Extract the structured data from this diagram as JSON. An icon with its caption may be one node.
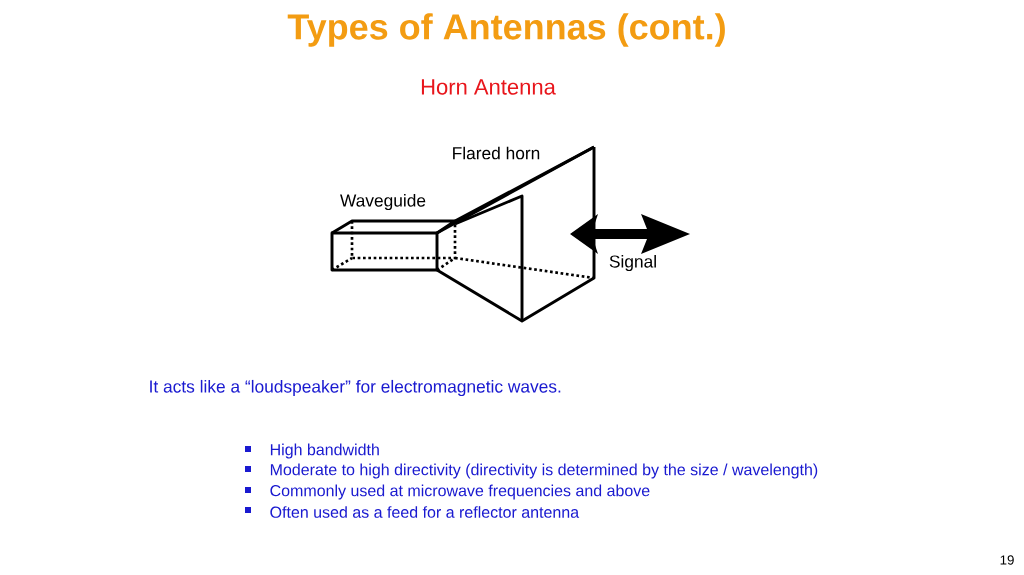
{
  "diagram": {
    "title": "Types of Antennas (cont.)",
    "labels": [
      "Horn Antenna",
      "Flared horn",
      "Waveguide",
      "Signal",
      "It acts like a “loudspeaker” for electromagnetic waves.",
      "High bandwidth",
      "Moderate to high directivity (directivity is determined by the size / wavelength)",
      "Commonly used at microwave frequencies and above",
      "Often used as a feed for a reflector antenna",
      "19"
    ]
  }
}
